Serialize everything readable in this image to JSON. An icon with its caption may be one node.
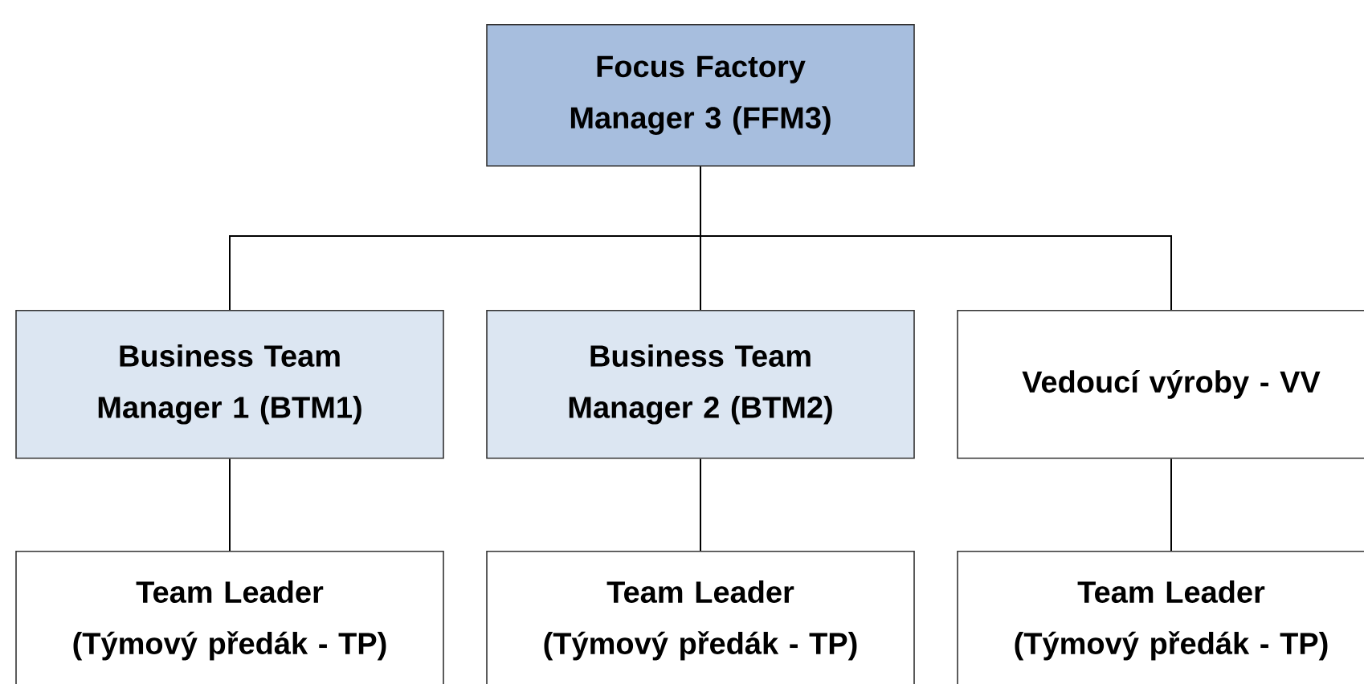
{
  "diagram": {
    "nodes": [
      {
        "text": [
          "Focus Factory Manager 3 (FFM3)"
        ]
      },
      {
        "text": [
          "Business Team Manager 1 (BTM1)"
        ]
      },
      {
        "text": [
          "Business Team Manager 2 (BTM2)"
        ]
      },
      {
        "text": [
          "Vedoucí výroby - VV"
        ]
      },
      {
        "text": [
          "Team Leader (Týmový předák - TP)"
        ]
      },
      {
        "text": [
          "Team Leader (Týmový předák - TP)"
        ]
      },
      {
        "text": [
          "Team Leader (Týmový předák - TP)"
        ]
      }
    ],
    "edges": [
      {
        "from": 0,
        "to": 1,
        "arrow": "none"
      },
      {
        "from": 0,
        "to": 2,
        "arrow": "none"
      },
      {
        "from": 0,
        "to": 3,
        "arrow": "none"
      },
      {
        "from": 1,
        "to": 4,
        "arrow": "none"
      },
      {
        "from": 2,
        "to": 5,
        "arrow": "none"
      },
      {
        "from": 3,
        "to": 6,
        "arrow": "none"
      }
    ]
  }
}
